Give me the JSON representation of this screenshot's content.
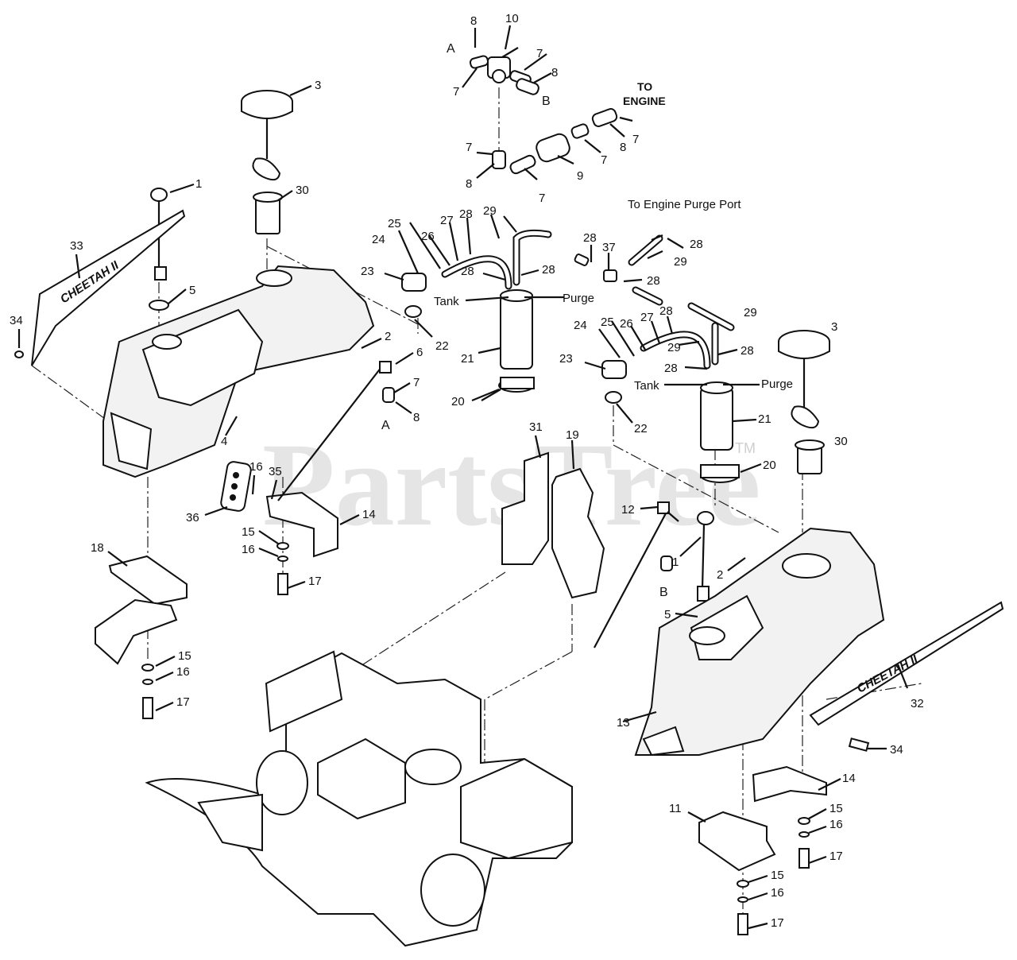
{
  "watermark": {
    "text": "PartsTree",
    "tm": "TM"
  },
  "notes": {
    "to_engine_line1": "TO",
    "to_engine_line2": "ENGINE",
    "purge_port": "To Engine Purge Port",
    "tank_left": "Tank",
    "purge_left": "Purge",
    "tank_right": "Tank",
    "purge_right": "Purge",
    "side_a_top": "A",
    "side_b_top": "B",
    "side_a_bottom": "A",
    "side_b_bottom": "B"
  },
  "decals": {
    "left": "CHEETAH II",
    "right": "CHEETAH II"
  },
  "callouts": [
    "1",
    "2",
    "3",
    "4",
    "5",
    "6",
    "7",
    "8",
    "9",
    "10",
    "11",
    "12",
    "13",
    "14",
    "15",
    "16",
    "17",
    "18",
    "19",
    "20",
    "21",
    "22",
    "23",
    "24",
    "25",
    "26",
    "27",
    "28",
    "29",
    "30",
    "31",
    "32",
    "33",
    "34",
    "35",
    "36",
    "37"
  ],
  "colors": {
    "line": "#111111",
    "watermark": "#cfcfcf",
    "background": "#ffffff"
  }
}
